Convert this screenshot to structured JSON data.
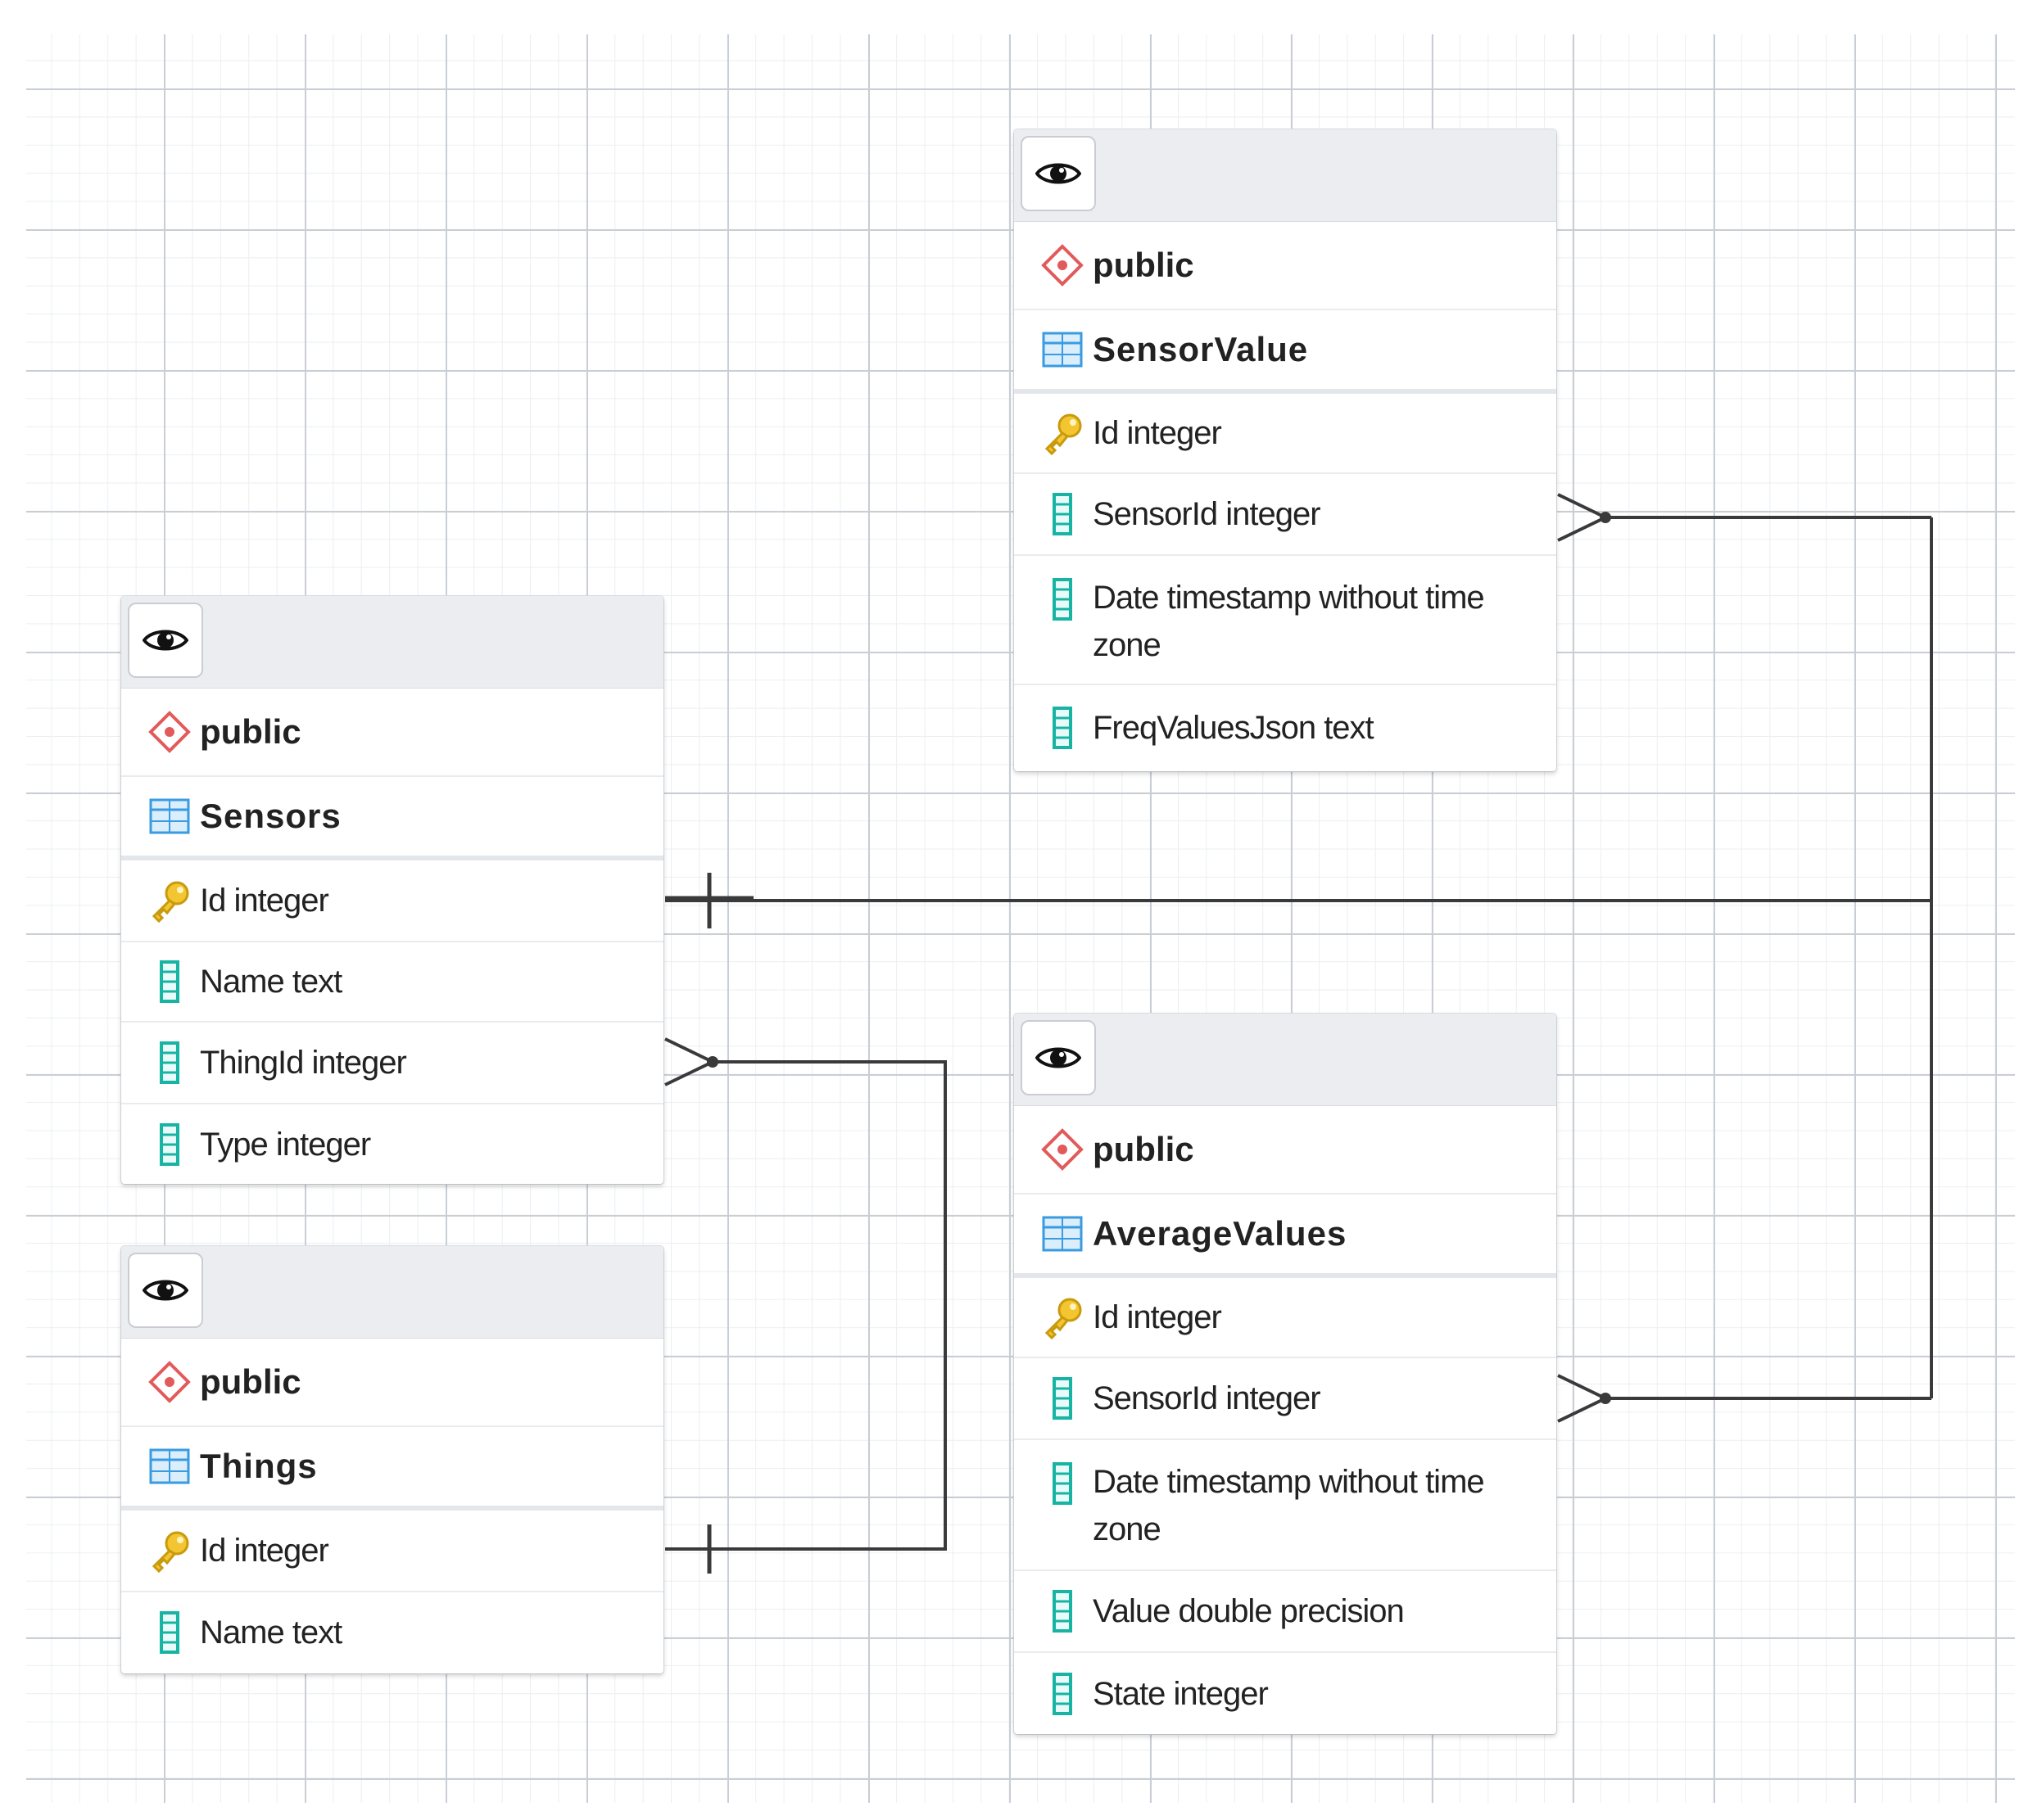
{
  "colors": {
    "key": "#e6b820",
    "column": "#17b3a3",
    "schema": "#e25b5b",
    "table": "#3a9be0",
    "connector": "#3a3a3a"
  },
  "icons": {
    "view": "eye-icon",
    "schema": "schema-diamond-icon",
    "table": "table-grid-icon",
    "primary_key": "key-icon",
    "column": "column-icon"
  },
  "entities": {
    "sensor_value": {
      "schema": "public",
      "table": "SensorValue",
      "columns": [
        "Id integer",
        "SensorId integer",
        "Date timestamp without time zone",
        "FreqValuesJson text"
      ]
    },
    "sensors": {
      "schema": "public",
      "table": "Sensors",
      "columns": [
        "Id integer",
        "Name text",
        "ThingId integer",
        "Type integer"
      ]
    },
    "things": {
      "schema": "public",
      "table": "Things",
      "columns": [
        "Id integer",
        "Name text"
      ]
    },
    "average_values": {
      "schema": "public",
      "table": "AverageValues",
      "columns": [
        "Id integer",
        "SensorId integer",
        "Date timestamp without time zone",
        "Value double precision",
        "State integer"
      ]
    }
  },
  "relationships": [
    {
      "from": "SensorValue.SensorId",
      "to": "Sensors.Id",
      "type": "many-to-one"
    },
    {
      "from": "AverageValues.SensorId",
      "to": "Sensors.Id",
      "type": "many-to-one"
    },
    {
      "from": "Sensors.ThingId",
      "to": "Things.Id",
      "type": "many-to-one"
    }
  ]
}
